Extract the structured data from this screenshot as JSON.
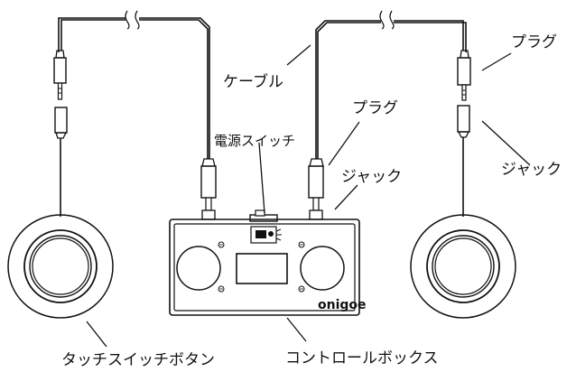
{
  "labels": {
    "cable": "ケーブル",
    "plug_right": "プラグ",
    "plug_center": "プラグ",
    "jack_right": "ジャック",
    "jack_center": "ジャック",
    "power_switch": "電源スイッチ",
    "touch_button": "タッチスイッチボタン",
    "control_box": "コントロールボックス",
    "brand": "onigoe"
  }
}
